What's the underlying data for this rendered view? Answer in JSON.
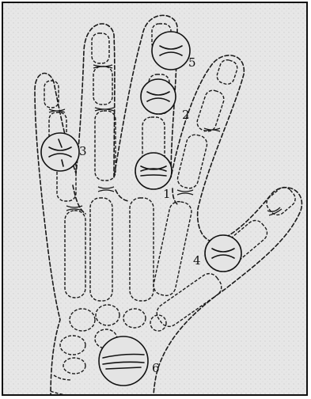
{
  "figure": {
    "background": "#e9e9e9",
    "stroke": "#1a1a1a",
    "callouts": [
      {
        "label": "1"
      },
      {
        "label": "2"
      },
      {
        "label": "3"
      },
      {
        "label": "4"
      },
      {
        "label": "5"
      },
      {
        "label": "6"
      }
    ]
  }
}
